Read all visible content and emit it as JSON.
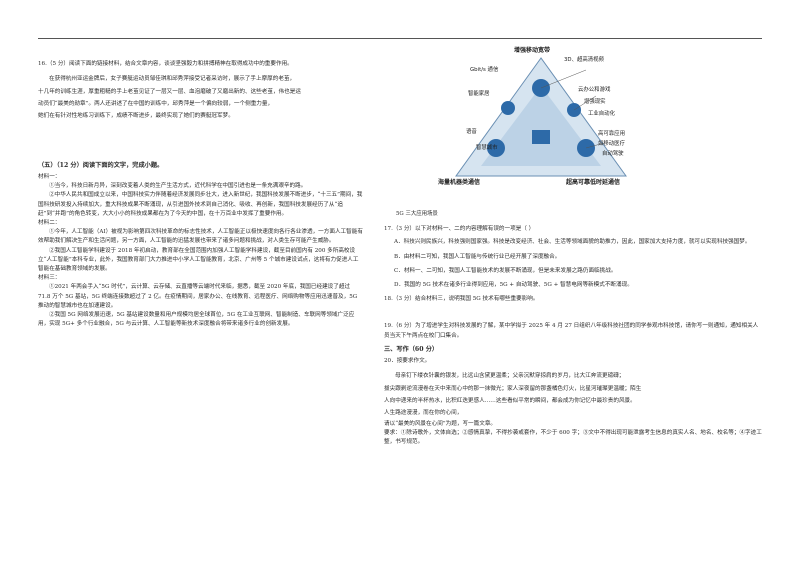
{
  "q16": {
    "prompt": "16.（5 分）阅读下面的链接材料，结合文章内容，谈谈坚强毅力和拼搏精神在取得成功中的重要作用。",
    "quote": [
      "在获得杭州亚运金牌后，女子赛艇运动员邹佳琪和邱秀萍接受记者采访时，展示了手上摩厚的老茧，",
      "十几年的训练生涯，厚重粗糙的手上老茧见证了一层又一层、血泡磨破了又磨出新的、这些老茧，伟也是运",
      "动员们“最美的勋章”。两人还讲述了在中国的训练中，邱秀萍是一个偏向较弱，一个侧重力量，",
      "她们在有针对性地练习训练下，成绩不断进步，最终实现了她们的赛艇冠军梦。"
    ]
  },
  "sec5": {
    "title": "（五）（12 分）阅读下面的文字，完成小题。",
    "m1_label": "材料一：",
    "m1": [
      "①当今，科技日新月异，深刻改变着人类的生产生活方式，近代科学在中国引进也是一条充满艰辛的路。",
      "②中华人民共和国成立以来，中国科技实力伴随着经济发展同步壮大，进入新世纪，我国科技发展不断进步，“十三五”期间，我国科技研发投入持续加大，重大科技成果不断涌现，从引进国外技术到自己消化、吸收、再创新，我国科技发展经历了从“追赶”到“并跑”的角色转变，大大小小的科技成果都在为了今天的中国，在十万百业中发挥了重要作用。"
    ],
    "m2_label": "材料二：",
    "m2": [
      "①今年，人工智能（AI）被视为影响第四次科技革命的标志性技术，人工智能正以极快速度向各行各业渗透，一方面人工智能有效帮助我们解决生产和生活问题，另一方面，人工智能的迅猛发展也带来了诸多问题和挑战，对人类生存可能产生威胁。",
      "②我国人工智能学科建设于 2018 年初启动，教育部在全国范围内加强人工智能学科建设，截至目前国内有 200 多所高校设立“人工智能”本科专业，此外，我国教育部门大力推进中小学人工智能教育，北京、广州等 5 个城市建设试点，这将有力促进人工智能在基础教育领域的发展。"
    ],
    "m3_label": "材料三：",
    "m3": [
      "①2021 年两会手入“5G 时代”，云计算、云存储、云直播等云端时代来临，据悉，截至 2020 年底，我国已经建设了超过 71.8 万个 5G 基站，5G 终端连接数超过了 2 亿。在疫情期间，居家办公、在线教育、远程医疗、网络购物等应用迅速普及，5G 推动的智慧城市也在加速建设。",
      "②我国 5G 网络发展迅速，5G 基站建设数量和用户规模均居全球首位，5G 在工业互联网、智能制造、车联网等领域广泛应用，实现 5G+ 多个行业融合，5G 与云计算、人工智能等新技术深度融合将带来诸多行业的创新发展。"
    ]
  },
  "diagram": {
    "title": "增强移动宽带",
    "labels": [
      "Gbit/s 通信",
      "3D、超高清视频",
      "智能家居",
      "云办公和游戏",
      "增强现实",
      "工业自动化",
      "语音",
      "高可靠应用",
      "智慧城市",
      "如移动医疗",
      "自动驾驶"
    ],
    "bottom_left": "海量机器类通信",
    "bottom_right": "超高可靠低时延通信",
    "caption": "5G 三大应用场景"
  },
  "q17": {
    "prompt": "17.（3 分）以下对材料一、二的内容理解有误的一项是（ ）",
    "options": [
      "A．科技兴则民族兴，科技强则国家强。科技是改变经济、社会、生活等领域面貌的助推力，因此，国家加大支持力度，就可以实现科技强国梦。",
      "B．由材料二可知，我国人工智能与传统行业已经开展了深度融合。",
      "C．材料一、二可知，我国人工智能技术的发展不断涌现，但是未来发展之路仍面临挑战。",
      "D．我国的 5G 技术在诸多行业得到应用，5G + 自动驾驶、5G + 智慧电网等新模式不断涌现。"
    ]
  },
  "q18": "18.（3 分）结合材料三，说明我国 5G 技术有哪些重要影响。",
  "q19": "19.（6 分）为了增进学生对科技发展的了解，某中学拟于 2025 年 4 月 27 日组织八年级科技社团的同学参观市科技馆，请你写一则通知，通知相关人员当天下午两点在校门口集合。",
  "writing": {
    "title": "三、写作（60 分）",
    "q20": "20．按要求作文。",
    "prompt_lines": [
      "母亲钉下缕衣针囊的银发，比远山含黛更温柔；父亲沉默穿掠肩的岁月，比大江奔流更磅礴；",
      "拔尖跟剥逆流漫卷在天中来而心中的那一抹微光；家人深夜留的那盏橘色灯火，比星河璀璨更温暖；陌生",
      "人向中递来的半杯热水，比积红迭更感人……这些看似平常的瞬间，都会成为你记忆中最珍贵的风景。",
      "人生路途漫漫，而在你的心间，"
    ],
    "task": "请以“最美的风景在心间”为题，写一篇文章。",
    "requirements": "要求：①除诗歌外，文体自选；②感情真挚，不得抄袭或套作，不少于 600 字；③文中不得出现可能泄露考生信息的真实人名、地名、校名等；④字迹工整，书写规范。"
  },
  "colors": {
    "accent": "#2d6aa8",
    "tri_fill": "#d6e4f0",
    "line": "#6a8fb3"
  }
}
